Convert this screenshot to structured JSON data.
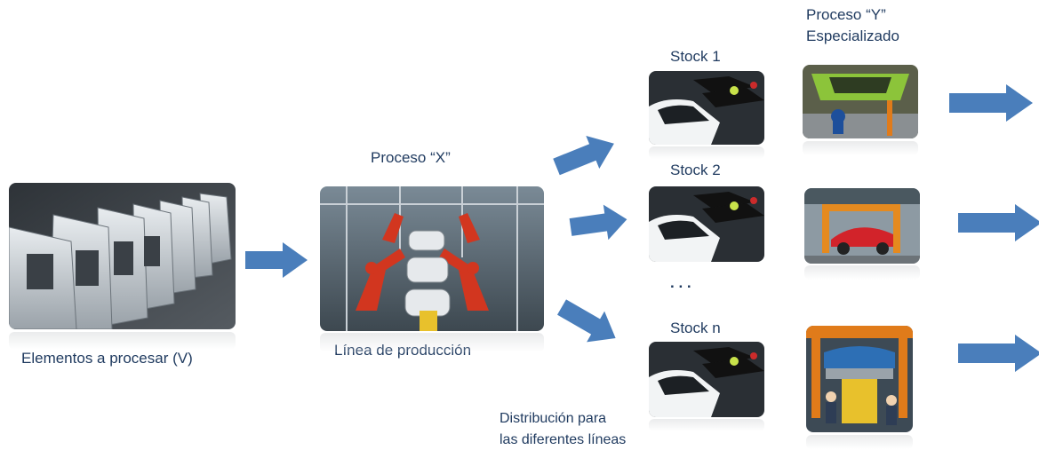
{
  "labels": {
    "elementos": "Elementos a procesar (V)",
    "proceso_x": "Proceso “X”",
    "linea": "Línea de producción",
    "proceso_y_line1": "Proceso “Y”",
    "proceso_y_line2": "Especializado",
    "stock1": "Stock  1",
    "stock2": "Stock   2",
    "dots": ". . .",
    "stockn": "Stock  n",
    "distrib_line1": "Distribución para",
    "distrib_line2": "las diferentes líneas"
  },
  "colors": {
    "text": "#1f3a5f",
    "arrow": "#4a7ebb"
  },
  "icons": {
    "arrow": "right-arrow-icon"
  }
}
